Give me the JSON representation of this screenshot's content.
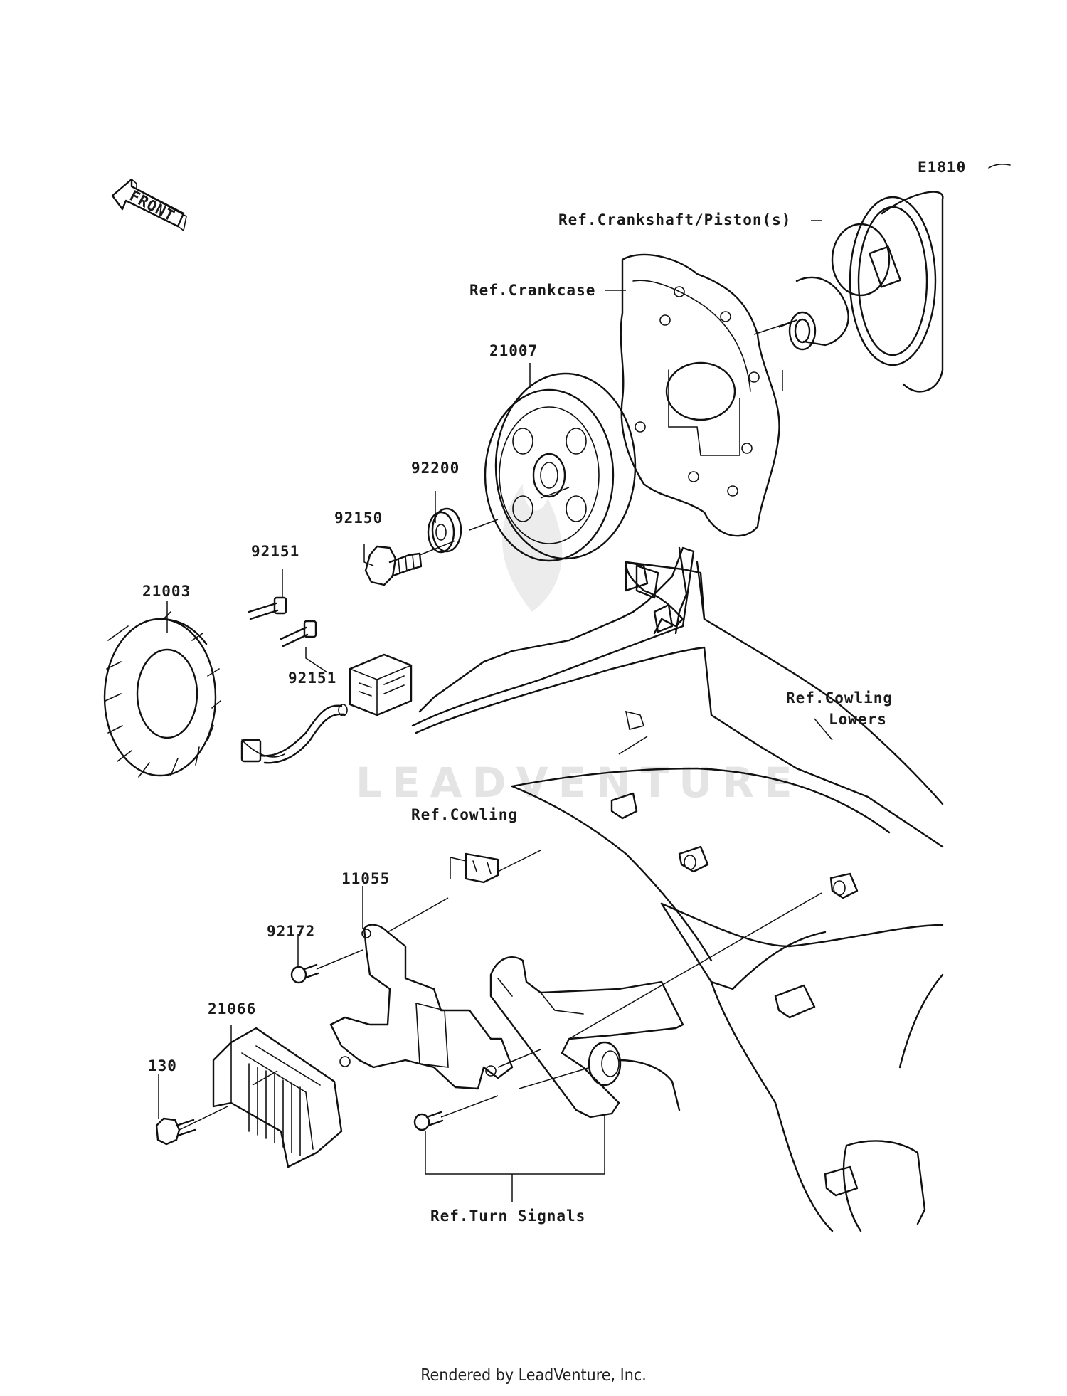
{
  "diagram_code": "E1810",
  "front_label": "FRONT",
  "watermark": "LEADVENTURE",
  "footer": "Rendered by LeadVenture, Inc.",
  "parts": {
    "p21007": "21007",
    "p92200": "92200",
    "p92150": "92150",
    "p92151a": "92151",
    "p92151b": "92151",
    "p21003": "21003",
    "p11055": "11055",
    "p92172": "92172",
    "p21066": "21066",
    "p130": "130"
  },
  "refs": {
    "crankshaft": "Ref.Crankshaft/Piston(s)",
    "crankcase": "Ref.Crankcase",
    "cowling_lowers_1": "Ref.Cowling",
    "cowling_lowers_2": "Lowers",
    "cowling": "Ref.Cowling",
    "turn_signals": "Ref.Turn Signals"
  }
}
